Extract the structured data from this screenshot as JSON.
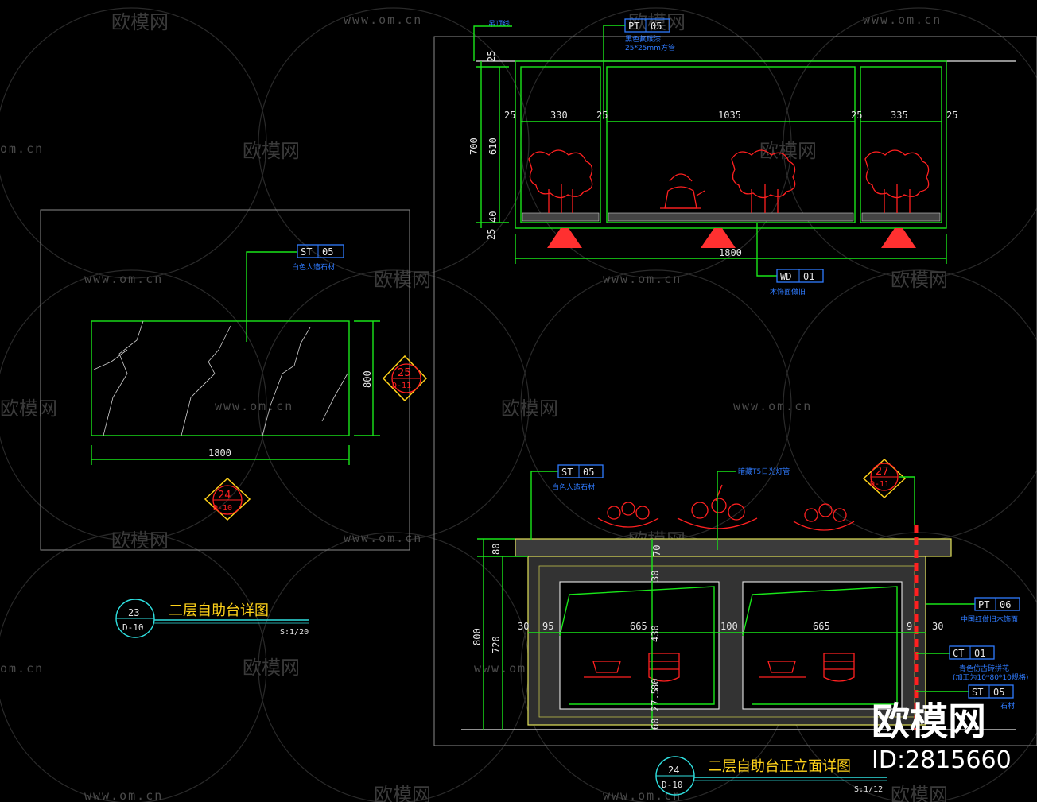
{
  "watermark": {
    "brand": "欧模网",
    "url": "www.om.cn",
    "url_short": "om.cn",
    "brand_big": "欧模网",
    "id": "ID:2815660"
  },
  "plan": {
    "tag_st": {
      "code": "ST",
      "num": "05",
      "note": "白色人造石材"
    },
    "dim_w": "1800",
    "dim_h": "800",
    "mark25": {
      "num": "25",
      "ref": "D-11"
    },
    "mark24": {
      "num": "24",
      "ref": "D-10"
    },
    "title": {
      "num": "23",
      "ref": "D-10",
      "name": "二层自助台详图",
      "scale": "S:1/20"
    }
  },
  "elev_top": {
    "label_ceiling": "吊顶线",
    "tag_pt": {
      "code": "PT",
      "num": "05",
      "note": "黑色氟碳漆",
      "note2": "25*25mm方管"
    },
    "tag_wd": {
      "code": "WD",
      "num": "01",
      "note": "木饰面做旧"
    },
    "dims_top": [
      "25",
      "330",
      "25",
      "1035",
      "25",
      "335",
      "25"
    ],
    "dims_left": [
      "25",
      "700",
      "610",
      "40",
      "25"
    ],
    "dim_bottom": "1800"
  },
  "elev_bottom": {
    "tag_st": {
      "code": "ST",
      "num": "05",
      "note": "白色人造石材"
    },
    "label_light": "暗藏T5日光灯管",
    "mark27": {
      "num": "27",
      "ref": "D-11"
    },
    "tag_pt": {
      "code": "PT",
      "num": "06",
      "note": "中国红做旧木饰面"
    },
    "tag_ct": {
      "code": "CT",
      "num": "01",
      "note": "青色仿古砖拼花",
      "note2": "(加工为10*80*10规格)"
    },
    "tag_st2": {
      "code": "ST",
      "num": "05",
      "note": "石材"
    },
    "dims_row": [
      "30",
      "95",
      "665",
      "100",
      "665",
      "9",
      "30"
    ],
    "dims_left": [
      "80",
      "800",
      "720"
    ],
    "dims_vert": [
      "70",
      "430",
      "30",
      "27.5",
      "60",
      "80"
    ],
    "title": {
      "num": "24",
      "ref": "D-10",
      "name": "二层自助台正立面详图",
      "scale": "S:1/12"
    }
  }
}
